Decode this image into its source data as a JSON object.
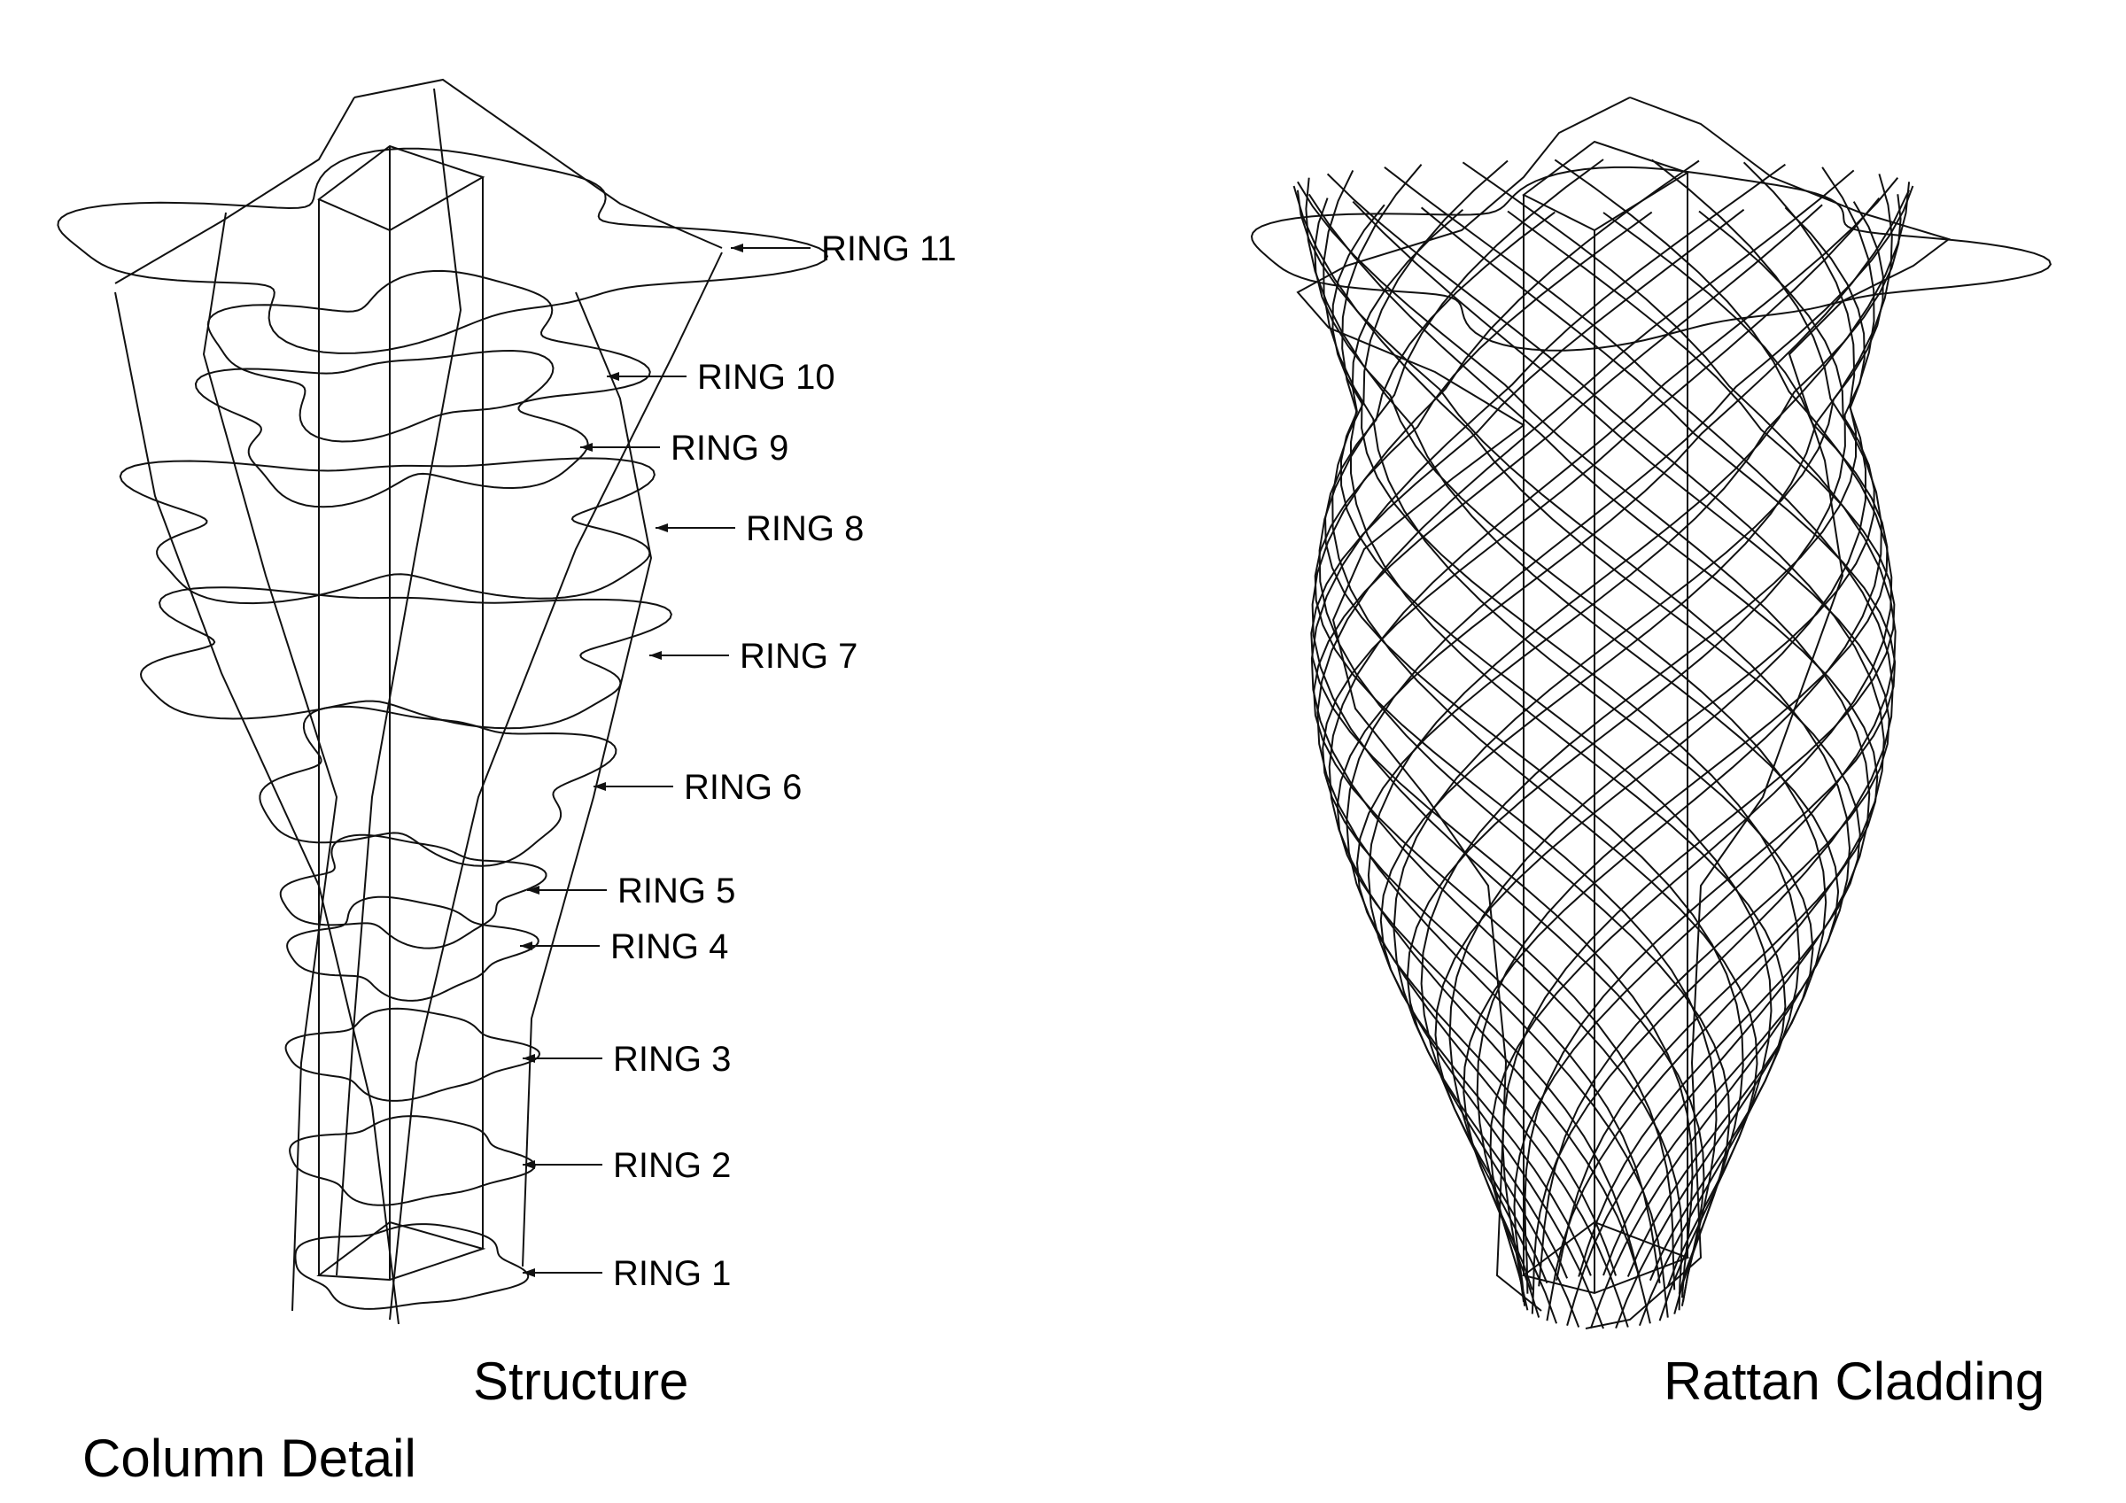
{
  "captions": {
    "structure": "Structure",
    "rattan": "Rattan Cladding",
    "detail": "Column Detail"
  },
  "rings": [
    {
      "label": "RING 11"
    },
    {
      "label": "RING 10"
    },
    {
      "label": "RING 9"
    },
    {
      "label": "RING 8"
    },
    {
      "label": "RING 7"
    },
    {
      "label": "RING 6"
    },
    {
      "label": "RING 5"
    },
    {
      "label": "RING 4"
    },
    {
      "label": "RING 3"
    },
    {
      "label": "RING 2"
    },
    {
      "label": "RING 1"
    }
  ],
  "colors": {
    "line": "#111111",
    "background": "#ffffff"
  }
}
